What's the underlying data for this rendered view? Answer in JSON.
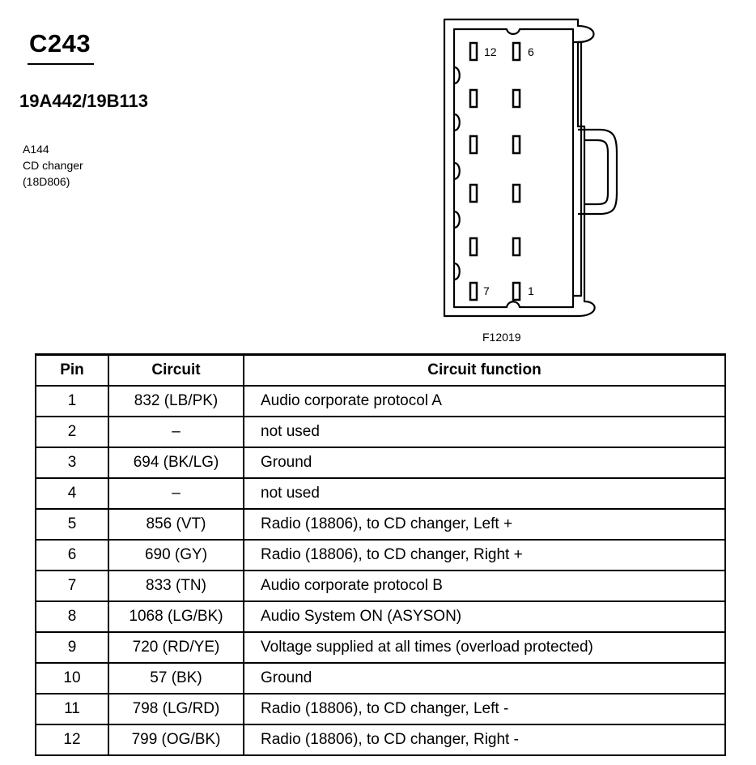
{
  "connector_id": "C243",
  "part_numbers": "19A442/19B113",
  "component": {
    "code": "A144",
    "name": "CD changer",
    "ref": "(18D806)"
  },
  "figure_id": "F12019",
  "pin_labels": {
    "top_left": "12",
    "top_right": "6",
    "bottom_left": "7",
    "bottom_right": "1"
  },
  "table": {
    "headers": [
      "Pin",
      "Circuit",
      "Circuit function"
    ],
    "rows": [
      [
        "1",
        "832 (LB/PK)",
        "Audio corporate protocol A"
      ],
      [
        "2",
        "–",
        "not used"
      ],
      [
        "3",
        "694 (BK/LG)",
        "Ground"
      ],
      [
        "4",
        "–",
        "not used"
      ],
      [
        "5",
        "856 (VT)",
        "Radio (18806), to CD changer, Left +"
      ],
      [
        "6",
        "690 (GY)",
        "Radio (18806), to CD changer, Right +"
      ],
      [
        "7",
        "833 (TN)",
        "Audio corporate protocol B"
      ],
      [
        "8",
        "1068 (LG/BK)",
        "Audio System ON (ASYSON)"
      ],
      [
        "9",
        "720 (RD/YE)",
        "Voltage supplied at all times (overload protected)"
      ],
      [
        "10",
        "57 (BK)",
        "Ground"
      ],
      [
        "11",
        "798 (LG/RD)",
        "Radio (18806), to CD changer, Left -"
      ],
      [
        "12",
        "799 (OG/BK)",
        "Radio (18806), to CD changer, Right -"
      ]
    ]
  }
}
